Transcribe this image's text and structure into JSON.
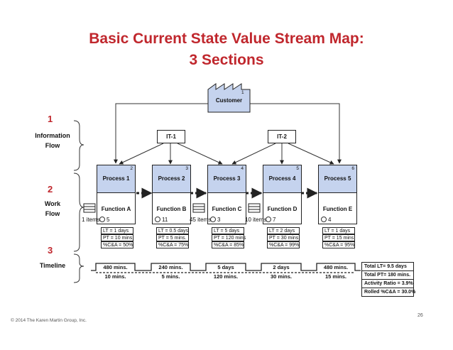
{
  "title_line1": "Basic Current State Value Stream Map:",
  "title_line2": "3 Sections",
  "sections": [
    {
      "number": "1",
      "label_line1": "Information",
      "label_line2": "Flow"
    },
    {
      "number": "2",
      "label_line1": "Work",
      "label_line2": "Flow"
    },
    {
      "number": "3",
      "label_line1": "Timeline",
      "label_line2": ""
    }
  ],
  "customer": {
    "label": "Customer",
    "id": "1"
  },
  "it_systems": [
    "IT-1",
    "IT-2"
  ],
  "processes": [
    {
      "name": "Process 1",
      "id": "2",
      "function": "Function A",
      "operators": "5",
      "lt": "LT = 1 days",
      "pt": "PT = 10 mins",
      "ca": "%C&A = 50%"
    },
    {
      "name": "Process 2",
      "id": "3",
      "function": "Function B",
      "operators": "11",
      "lt": "LT = 0.5 days",
      "pt": "PT = 5 mins.",
      "ca": "%C&A = 75%"
    },
    {
      "name": "Process 3",
      "id": "4",
      "function": "Function C",
      "operators": "3",
      "lt": "LT = 5 days",
      "pt": "PT = 120 mins",
      "ca": "%C&A = 85%"
    },
    {
      "name": "Process 4",
      "id": "5",
      "function": "Function D",
      "operators": "7",
      "lt": "LT = 2 days",
      "pt": "PT = 30 mins",
      "ca": "%C&A = 99%"
    },
    {
      "name": "Process 5",
      "id": "6",
      "function": "Function E",
      "operators": "4",
      "lt": "LT = 1 days",
      "pt": "PT = 15 mins",
      "ca": "%C&A = 95%"
    }
  ],
  "inventory": [
    "1 items",
    "45 items",
    "10 items"
  ],
  "timeline": {
    "lead_times": [
      "480 mins.",
      "240 mins.",
      "5 days",
      "2 days",
      "480 mins."
    ],
    "process_times": [
      "10 mins.",
      "5 mins.",
      "120 mins.",
      "30 mins.",
      "15 mins."
    ]
  },
  "summary": [
    "Total LT= 9.5 days",
    "Total PT= 180 mins.",
    "Activity Ratio = 3.9%",
    "Rolled %C&A = 30.0%"
  ],
  "footer": "© 2014 The Karen Martin Group, Inc.",
  "page_number": "26",
  "colors": {
    "title": "#c0272d",
    "process_fill": "#c5d3ee",
    "customer_fill": "#c5d3ee"
  }
}
